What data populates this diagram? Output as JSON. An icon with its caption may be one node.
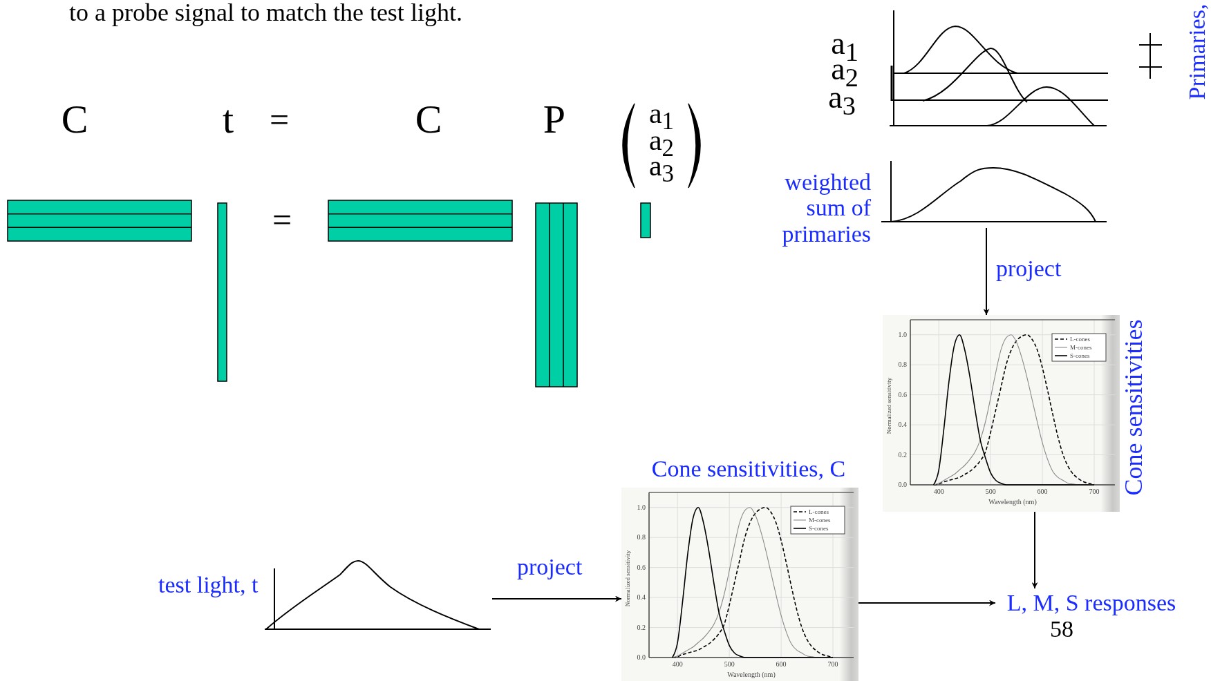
{
  "diagram": {
    "nodes": [
      {
        "text": [],
        "shape": "picture",
        "beside": [
          "weighted sum of primaries"
        ]
      },
      {
        "text": [],
        "shape": "picture",
        "beside": [
          "Cone sensitivities"
        ]
      },
      {
        "text": [
          "L, M, S responses"
        ]
      },
      {
        "text": [],
        "shape": "picture",
        "beside": [
          "test light, t"
        ]
      },
      {
        "text": [],
        "shape": "picture",
        "beside": [
          "Cone sensitivities, C"
        ]
      }
    ],
    "edges": [
      {
        "from": 0,
        "to": 1,
        "arrow": "to",
        "label": "project"
      },
      {
        "from": 1,
        "to": 2,
        "arrow": "to"
      },
      {
        "from": 3,
        "to": 4,
        "arrow": "to",
        "label": "project"
      },
      {
        "from": 4,
        "to": 2,
        "arrow": "to"
      }
    ],
    "labels": [
      "to a probe signal to match the test light.",
      "a$_{1}$",
      "a$_{2}$",
      "a$_{3}$",
      "Primaries,",
      "C",
      "t",
      "=",
      "C",
      "P",
      "a$_{1}$",
      "a$_{2}$",
      "a$_{3}$",
      "=",
      "58",
      "1.0",
      "0.8",
      "0.6",
      "0.4",
      "0.2",
      "0.0",
      "Normalized sensitivity",
      "L-cones",
      "M-cones",
      "S-cones",
      "400",
      "500",
      "600",
      "700",
      "Wavelength (nm)"
    ],
    "chart_data": {
      "type": "line",
      "xlabel": "Wavelength (nm)",
      "ylabel": "Normalized sensitivity",
      "x": [
        390,
        400,
        410,
        420,
        430,
        440,
        450,
        460,
        470,
        480,
        490,
        500,
        510,
        520,
        530,
        540,
        550,
        560,
        570,
        580,
        590,
        600,
        610,
        620,
        630,
        640,
        650,
        660,
        670,
        680,
        690,
        700
      ],
      "series": [
        {
          "name": "L-cones",
          "color": "#000000",
          "line_style": "dashed",
          "values": [
            0,
            0.005,
            0.02,
            0.03,
            0.04,
            0.05,
            0.07,
            0.09,
            0.12,
            0.16,
            0.22,
            0.35,
            0.5,
            0.65,
            0.8,
            0.9,
            0.96,
            0.99,
            1.0,
            0.97,
            0.9,
            0.78,
            0.63,
            0.47,
            0.32,
            0.2,
            0.12,
            0.07,
            0.04,
            0.02,
            0.01,
            0
          ]
        },
        {
          "name": "M-cones",
          "color": "#8a8a8a",
          "line_style": "solid",
          "values": [
            0,
            0.01,
            0.03,
            0.05,
            0.07,
            0.1,
            0.13,
            0.17,
            0.22,
            0.3,
            0.42,
            0.58,
            0.75,
            0.9,
            0.98,
            1.0,
            0.95,
            0.85,
            0.72,
            0.57,
            0.42,
            0.28,
            0.17,
            0.09,
            0.05,
            0.03,
            0.01,
            0.005,
            0,
            0,
            0,
            0
          ]
        },
        {
          "name": "S-cones",
          "color": "#000000",
          "line_style": "solid",
          "values": [
            0,
            0.1,
            0.38,
            0.7,
            0.93,
            1.0,
            0.9,
            0.72,
            0.5,
            0.3,
            0.18,
            0.08,
            0.03,
            0.01,
            0,
            0,
            0,
            0,
            0,
            0,
            0,
            0,
            0,
            0,
            0,
            0,
            0,
            0,
            0,
            0,
            0,
            0
          ]
        }
      ],
      "xlim": [
        345,
        740
      ],
      "ylim": [
        0,
        1.1
      ],
      "xticks": [
        400,
        500,
        600,
        700
      ],
      "yticks": [
        {
          "value": 0,
          "label": "0.0"
        },
        {
          "value": 0.2,
          "label": "0.2"
        },
        {
          "value": 0.4,
          "label": "0.4"
        },
        {
          "value": 0.6,
          "label": "0.6"
        },
        {
          "value": 0.8,
          "label": "0.8"
        },
        {
          "value": 1,
          "label": "1.0"
        }
      ],
      "grid": true,
      "legend": "upper right"
    }
  }
}
